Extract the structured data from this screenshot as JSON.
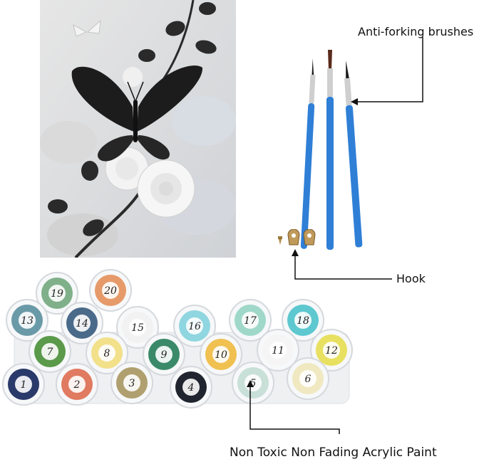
{
  "labels": {
    "brushes": "Anti-forking brushes",
    "hook": "Hook",
    "paint": "Non Toxic Non Fading Acrylic Paint"
  },
  "colors": {
    "brush_handle": "#2f7fd6",
    "ferrule": "#c8c8c8",
    "butterfly": "#1c1c1c",
    "background_gray": "#d9d9d9",
    "hook_gold": "#b08a4a"
  },
  "paint_pots": [
    {
      "number": "19",
      "color": "#7fb08a"
    },
    {
      "number": "20",
      "color": "#e69a6a"
    },
    {
      "number": "13",
      "color": "#6a9aa8"
    },
    {
      "number": "14",
      "color": "#4a6a8a"
    },
    {
      "number": "15",
      "color": "#f2f2f2"
    },
    {
      "number": "16",
      "color": "#8fd6e0"
    },
    {
      "number": "17",
      "color": "#9fd8c8"
    },
    {
      "number": "18",
      "color": "#5ec8d0"
    },
    {
      "number": "7",
      "color": "#5a9a4a"
    },
    {
      "number": "8",
      "color": "#f2e08a"
    },
    {
      "number": "9",
      "color": "#3a8a6a"
    },
    {
      "number": "10",
      "color": "#f0c050"
    },
    {
      "number": "11",
      "color": "#f5f5f5"
    },
    {
      "number": "12",
      "color": "#e8e060"
    },
    {
      "number": "1",
      "color": "#2a3a6a"
    },
    {
      "number": "2",
      "color": "#e07a60"
    },
    {
      "number": "3",
      "color": "#b0a070"
    },
    {
      "number": "4",
      "color": "#20242e"
    },
    {
      "number": "5",
      "color": "#c8e0d8"
    },
    {
      "number": "6",
      "color": "#f0e8c0"
    }
  ]
}
